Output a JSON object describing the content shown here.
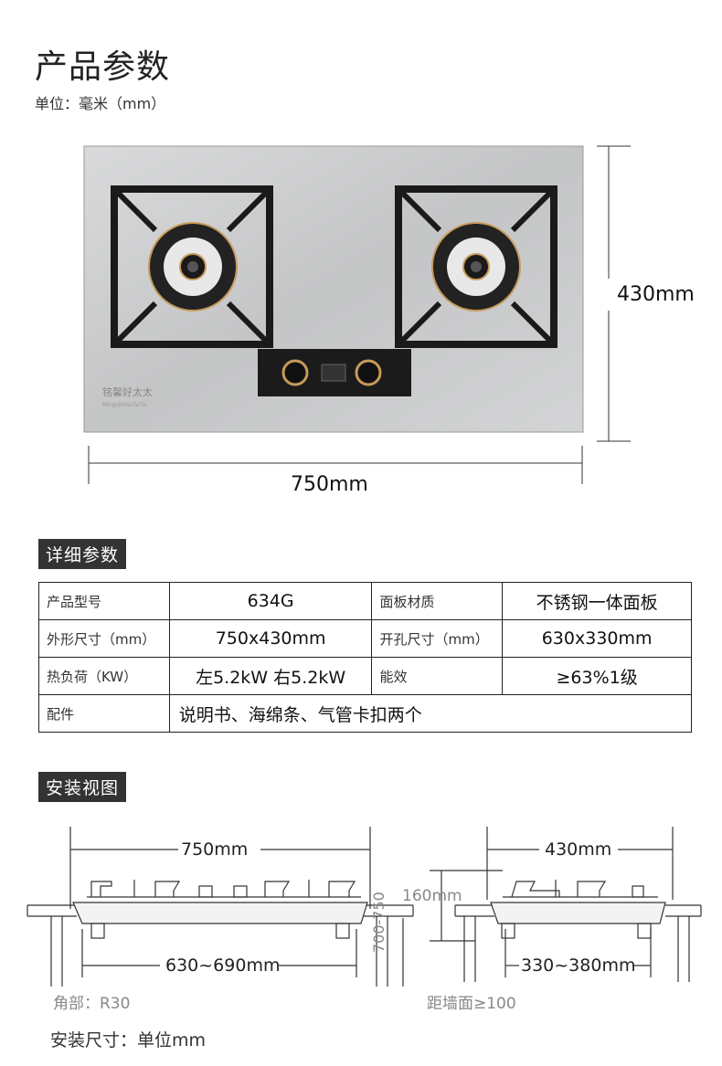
{
  "header": {
    "title": "产品参数",
    "unit": "单位：毫米（mm）"
  },
  "product": {
    "height_label": "430mm",
    "width_label": "750mm",
    "brand_text": "铭馨好太太",
    "brand_sub": "MingQiHaoTaiTai"
  },
  "details": {
    "section_label": "详细参数",
    "rows": [
      {
        "l1": "产品型号",
        "v1": "634G",
        "l2": "面板材质",
        "v2": "不锈钢一体面板"
      },
      {
        "l1": "外形尺寸（mm）",
        "v1": "750x430mm",
        "l2": "开孔尺寸（mm）",
        "v2": "630x330mm"
      },
      {
        "l1": "热负荷（KW）",
        "v1": "左5.2kW 右5.2kW",
        "l2": "能效",
        "v2": "≥63%1级"
      }
    ],
    "accessories_label": "配件",
    "accessories_value": "说明书、海绵条、气管卡扣两个"
  },
  "install": {
    "section_label": "安装视图",
    "front_width": "750mm",
    "front_cutout": "630~690mm",
    "corner_note": "角部：R30",
    "cabinet_height": "700-750",
    "side_depth": "430mm",
    "side_clearance": "160mm",
    "side_cutout": "330~380mm",
    "wall_note": "距墙面≥100",
    "footer": "安装尺寸：单位mm"
  }
}
